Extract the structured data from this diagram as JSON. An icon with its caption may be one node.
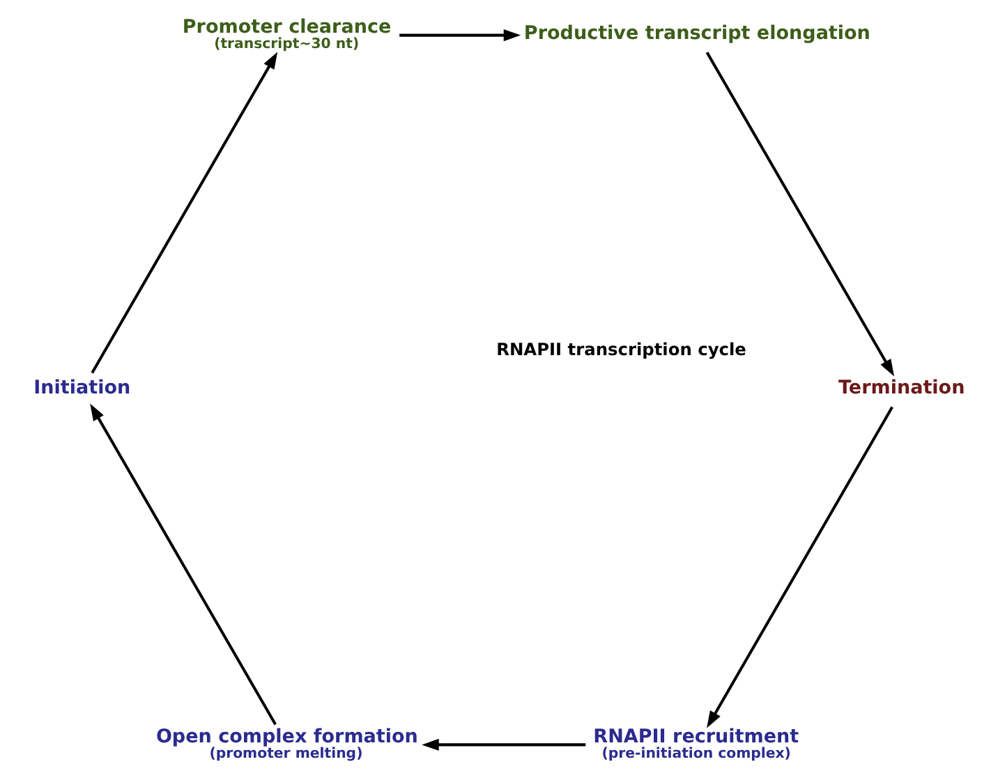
{
  "diagram": {
    "nodes": [
      {
        "text": [
          "RNAPII recruitment",
          "(pre-initiation complex)"
        ]
      },
      {
        "text": [
          "Open complex formation",
          "(promoter melting)"
        ]
      },
      {
        "text": [
          "Initiation"
        ]
      },
      {
        "text": [
          "Promoter clearance",
          "(transcript~30 nt)"
        ]
      },
      {
        "text": [
          "Productive transcript elongation"
        ]
      },
      {
        "text": [
          "Termination"
        ]
      }
    ],
    "edges": [
      {
        "from": 0,
        "to": 1,
        "arrow": "to"
      },
      {
        "from": 1,
        "to": 2,
        "arrow": "to"
      },
      {
        "from": 2,
        "to": 3,
        "arrow": "to"
      },
      {
        "from": 3,
        "to": 4,
        "arrow": "to"
      },
      {
        "from": 4,
        "to": 5,
        "arrow": "to"
      },
      {
        "from": 5,
        "to": 0,
        "arrow": "to"
      }
    ],
    "labels": [
      "RNAPII transcription cycle"
    ]
  }
}
